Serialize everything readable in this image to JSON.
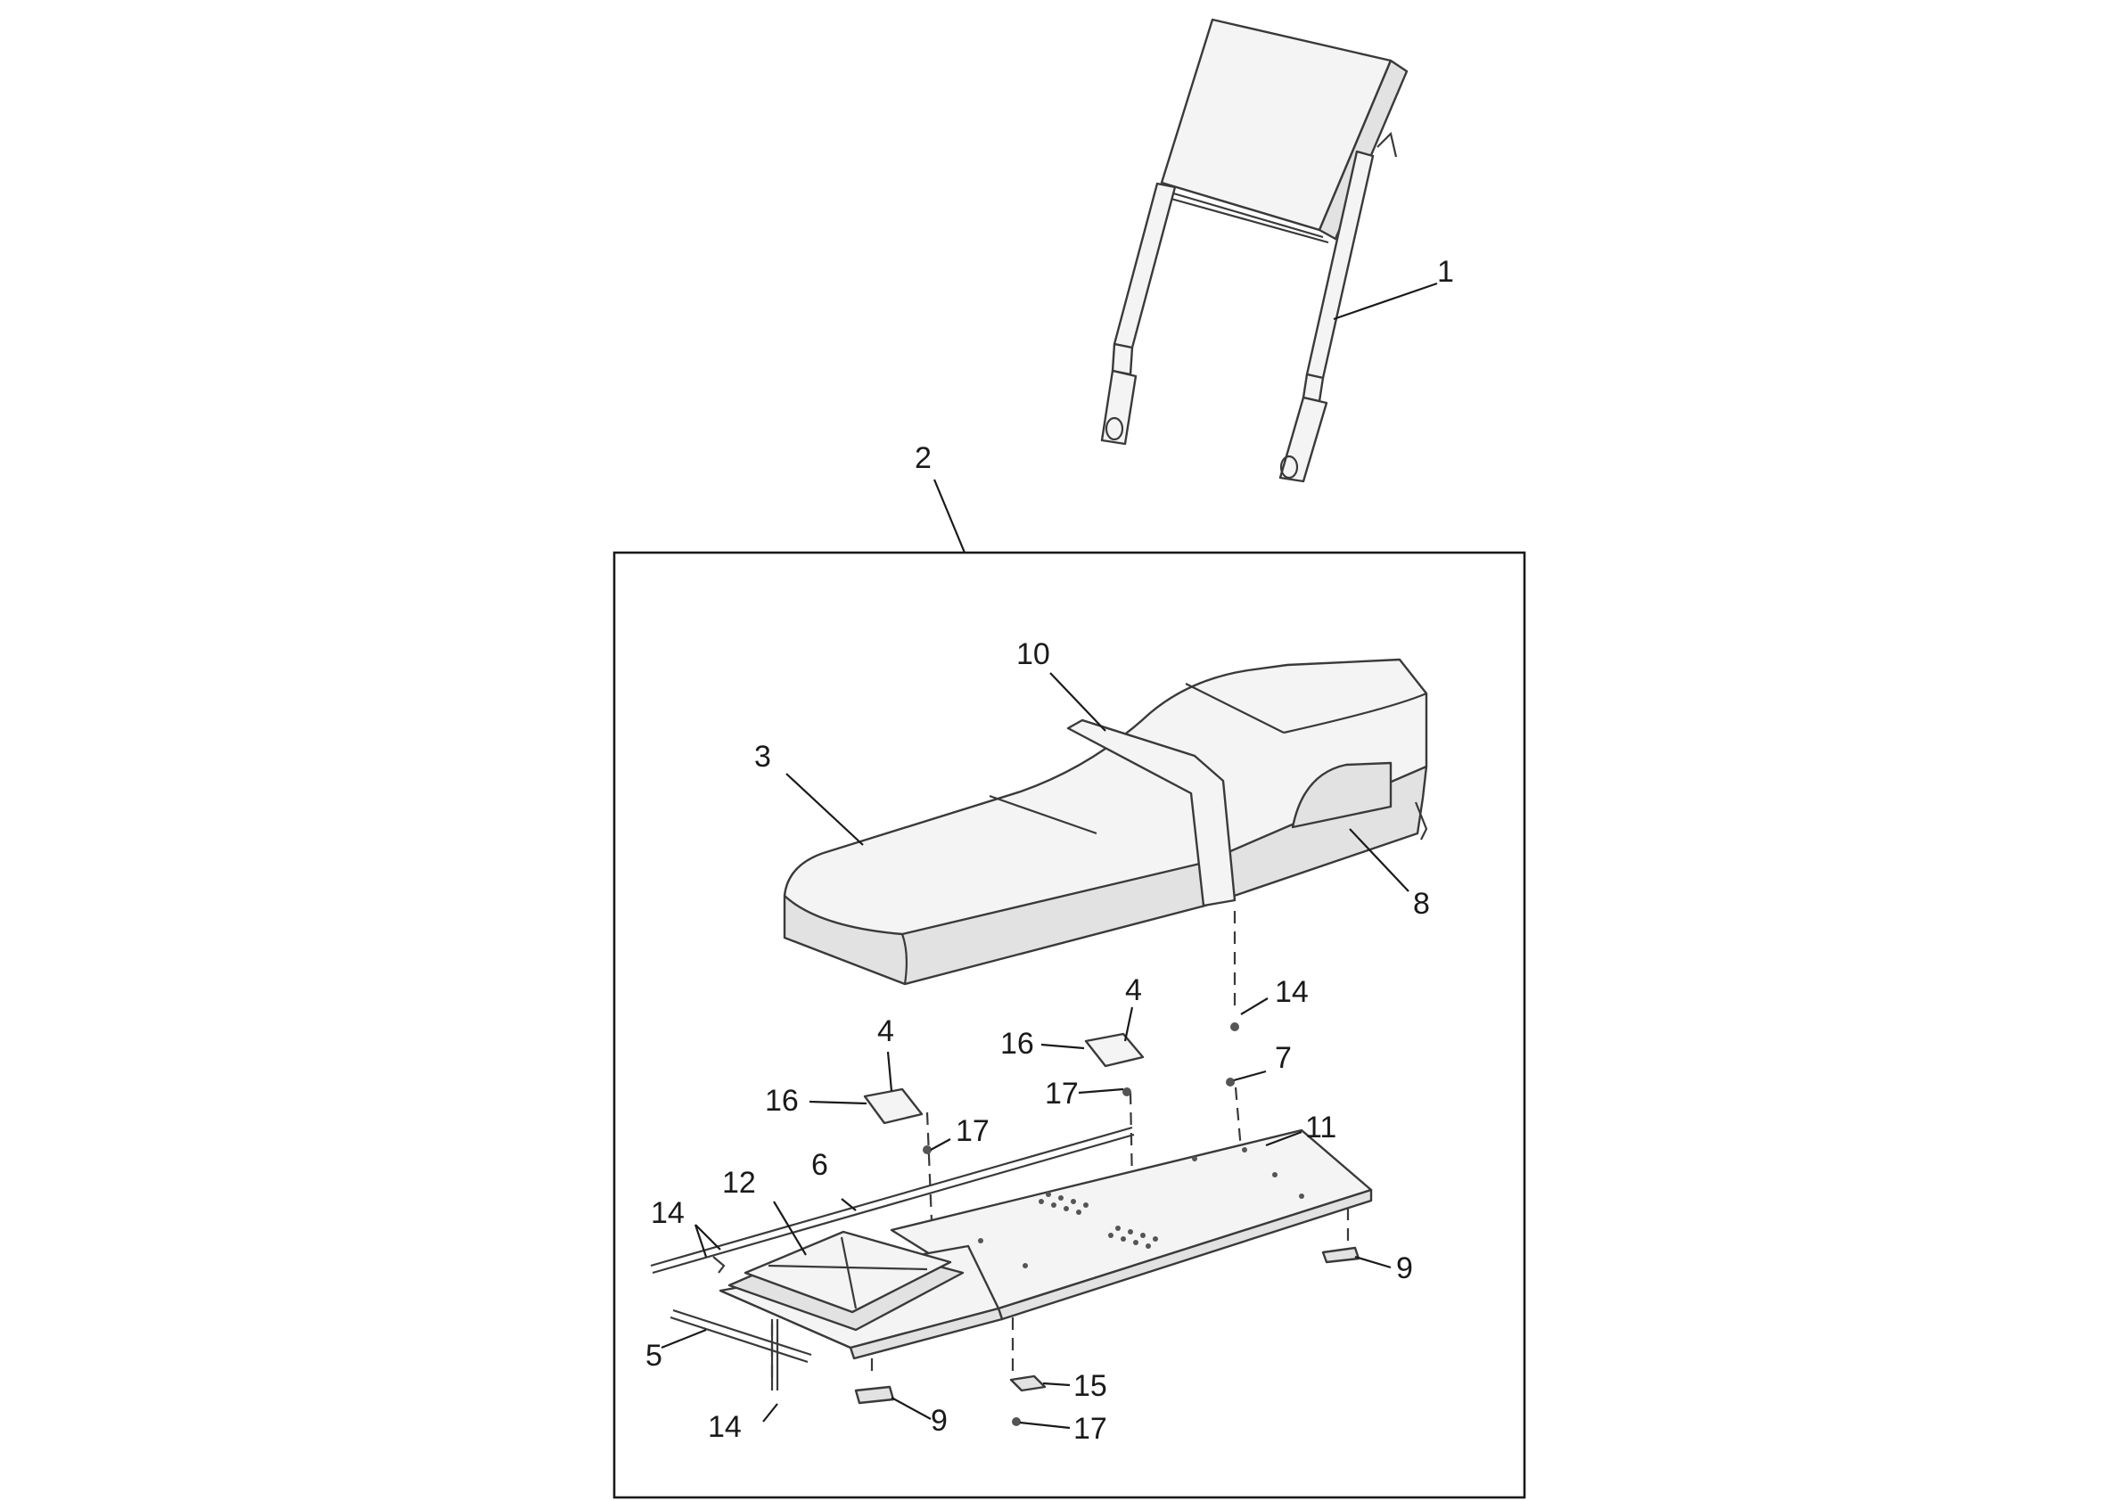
{
  "callouts": {
    "c1": "1",
    "c2": "2",
    "c3": "3",
    "c4a": "4",
    "c4b": "4",
    "c5": "5",
    "c6": "6",
    "c7": "7",
    "c8": "8",
    "c9a": "9",
    "c9b": "9",
    "c10": "10",
    "c11": "11",
    "c12": "12",
    "c14a": "14",
    "c14b": "14",
    "c14c": "14",
    "c15": "15",
    "c16a": "16",
    "c16b": "16",
    "c17a": "17",
    "c17b": "17",
    "c17c": "17"
  }
}
